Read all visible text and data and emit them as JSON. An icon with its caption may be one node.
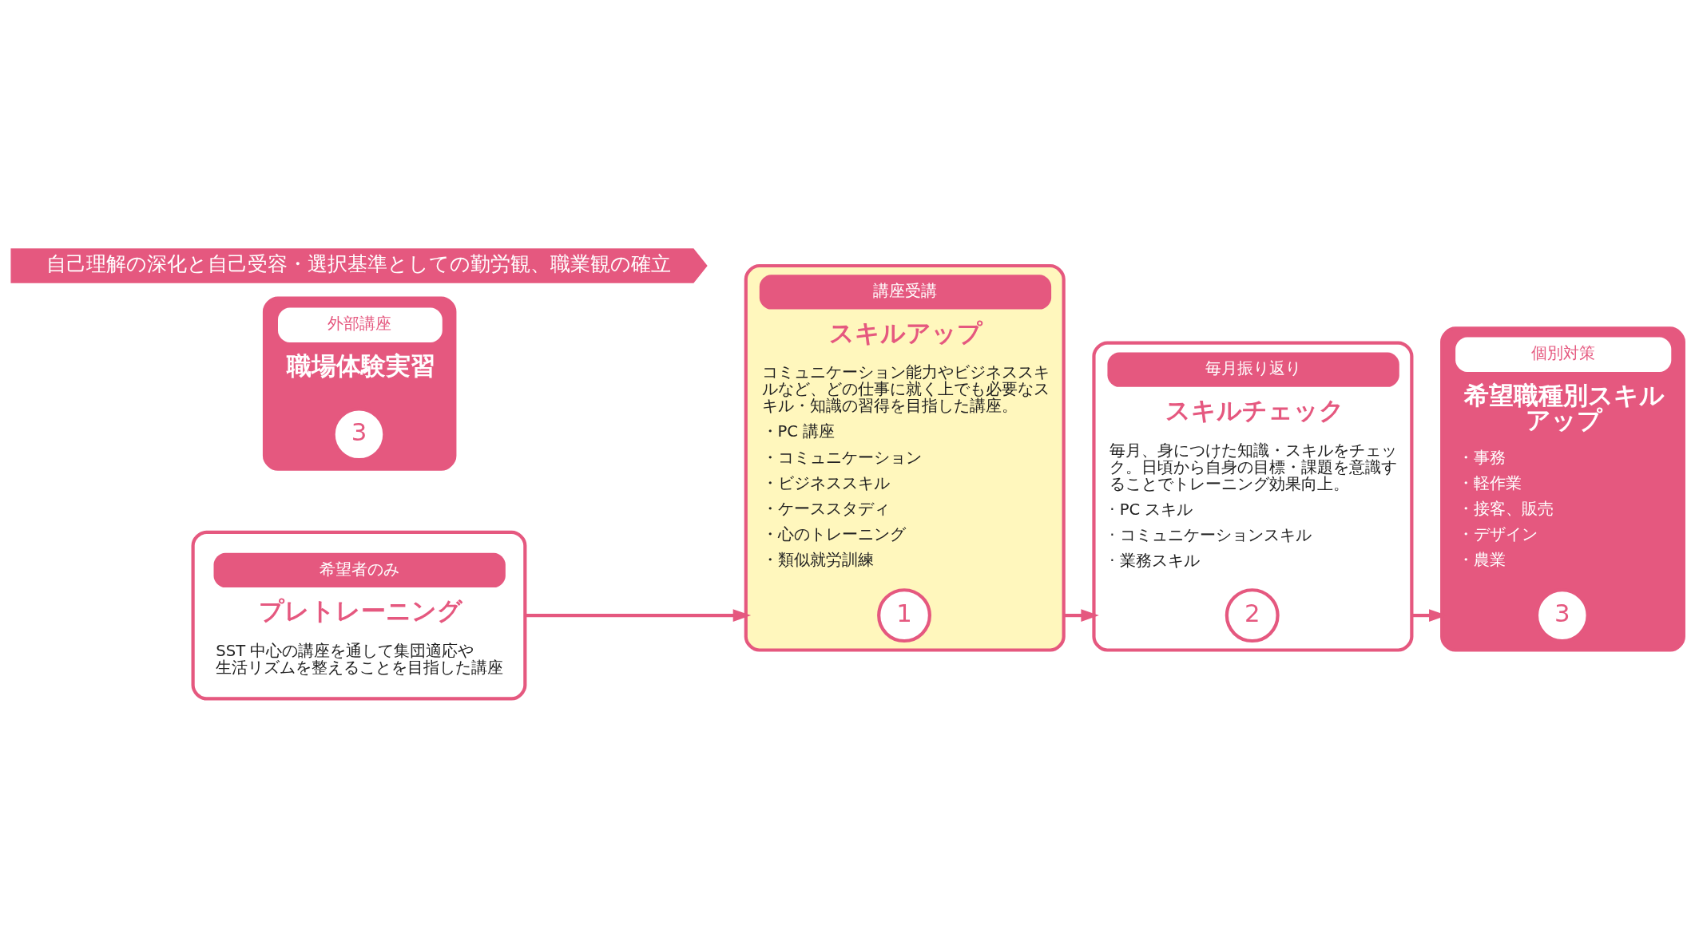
{
  "diagram": {
    "nodes": [
      {
        "text": [
          "希望者のみ",
          "プレトレーニング",
          "SST 中心の講座を通して集団適応や生活リズムを整えることを目指した講座"
        ]
      },
      {
        "text": [
          "講座受講",
          "スキルアップ",
          "コミュニケーション能力やビジネススキルなど、どの仕事に就く上でも必要なスキル・知識の習得を目指した講座。",
          "・PC 講座",
          "・コミュニケーション",
          "・ビジネススキル",
          "・ケーススタディ",
          "・心のトレーニング",
          "・類似就労訓練"
        ]
      },
      {
        "text": [
          "1"
        ],
        "in": 1
      },
      {
        "text": [
          "毎月振り返り",
          "スキルチェック",
          "毎月、身につけた知識・スキルをチェック。日頃から自身の目標・課題を意識することでトレーニング効果向上。",
          "· PC スキル",
          "· コミュニケーションスキル",
          "· 業務スキル"
        ]
      },
      {
        "text": [
          "2"
        ],
        "in": 3
      },
      {
        "text": [
          "個別対策",
          "希望職種別スキルアップ",
          "・事務",
          "・軽作業",
          "・接客、販売",
          "・デザイン",
          "・農業"
        ]
      },
      {
        "text": [
          "3"
        ],
        "in": 5
      },
      {
        "text": [
          "外部講座",
          "職場体験実習"
        ]
      },
      {
        "text": [
          "3"
        ],
        "in": 7
      },
      {
        "text": [
          "自己理解の深化と自己受容・選択基準としての勤労観、職業観の確立"
        ]
      }
    ],
    "edges": [
      {
        "from": 0,
        "to": 1,
        "arrow": "to"
      },
      {
        "from": 1,
        "to": 3,
        "arrow": "to"
      },
      {
        "from": 3,
        "to": 5,
        "arrow": "to"
      }
    ]
  }
}
